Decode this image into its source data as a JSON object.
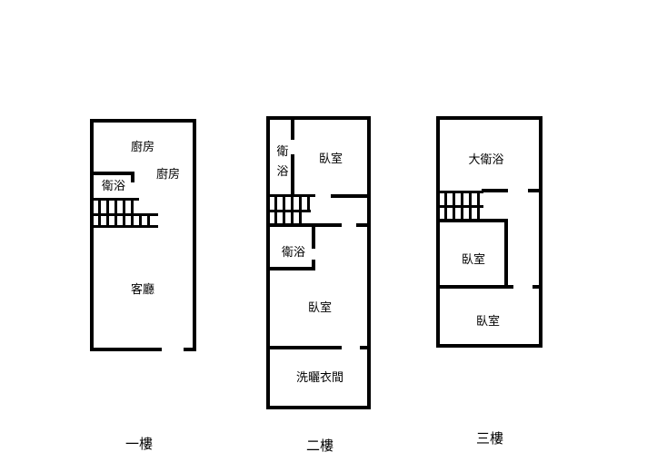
{
  "floors": [
    {
      "name": "一樓",
      "rooms": {
        "kitchen_a": "廚房",
        "kitchen_b": "廚房",
        "bath": "衛浴",
        "living": "客廳"
      }
    },
    {
      "name": "二樓",
      "rooms": {
        "bath_top_1": "衛",
        "bath_top_2": "浴",
        "bedroom_top": "臥室",
        "bath_mid": "衛浴",
        "bedroom_mid": "臥室",
        "laundry": "洗曬衣間"
      }
    },
    {
      "name": "三樓",
      "rooms": {
        "master_bath": "大衛浴",
        "bedroom_mid": "臥室",
        "bedroom_bottom": "臥室"
      }
    }
  ]
}
